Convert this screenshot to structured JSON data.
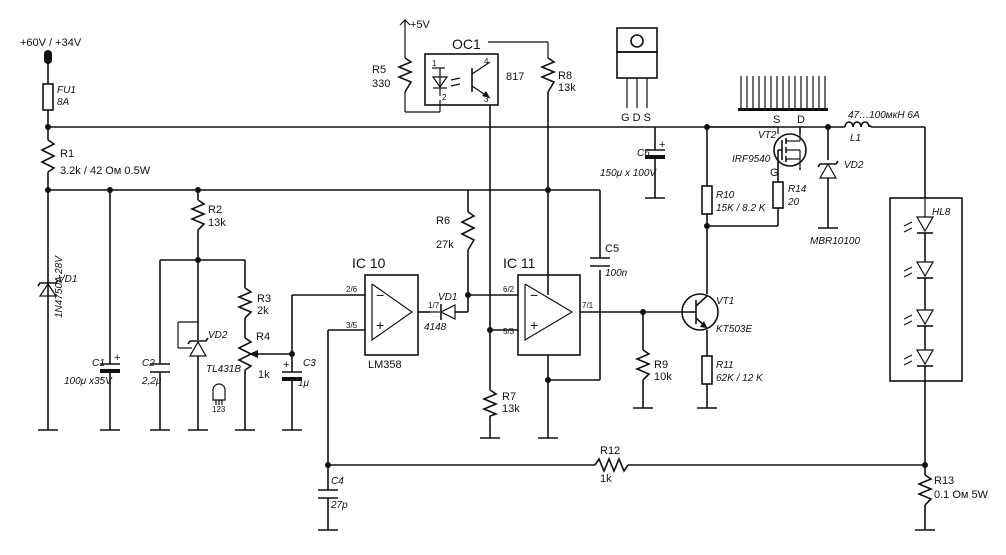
{
  "supply": {
    "label": "+60V / +34V",
    "vcc5": "+5V"
  },
  "components": {
    "fu1": {
      "ref": "FU1",
      "value": "8A"
    },
    "r1": {
      "ref": "R1",
      "value": "3.2k / 42 Ом 0.5W"
    },
    "vd1_zener": {
      "ref": "VD1",
      "value": "1N4750A 28V"
    },
    "c1": {
      "ref": "C1",
      "value": "100μ x35V"
    },
    "c2": {
      "ref": "C2",
      "value": "2,2μ"
    },
    "vd2_ref": {
      "ref": "VD2",
      "value": "TL431B"
    },
    "r2": {
      "ref": "R2",
      "value": "13k"
    },
    "r3": {
      "ref": "R3",
      "value": "2k"
    },
    "r4": {
      "ref": "R4",
      "value": "1k"
    },
    "c3": {
      "ref": "C3",
      "value": "1μ"
    },
    "ic10": {
      "ref": "IC 10",
      "value": "LM358",
      "pin_inv": "2/6",
      "pin_non": "3/5",
      "pin_out": "1/7"
    },
    "vd1_diode": {
      "ref": "VD1",
      "value": "4148"
    },
    "r5": {
      "ref": "R5",
      "value": "330"
    },
    "oc1": {
      "ref": "OC1",
      "value": "817",
      "p1": "1",
      "p2": "2",
      "p3": "3",
      "p4": "4"
    },
    "r6": {
      "ref": "R6",
      "value": "27k"
    },
    "r7": {
      "ref": "R7",
      "value": "13k"
    },
    "r8": {
      "ref": "R8",
      "value": "13k"
    },
    "ic11": {
      "ref": "IC 11",
      "pin_inv": "6/2",
      "pin_non": "5/3",
      "pin_out": "7/1"
    },
    "c5": {
      "ref": "C5",
      "value": "100n"
    },
    "c4": {
      "ref": "C4",
      "value": "27p"
    },
    "r12": {
      "ref": "R12",
      "value": "1k"
    },
    "r9": {
      "ref": "R9",
      "value": "10k"
    },
    "vt1": {
      "ref": "VT1",
      "value": "KT503E"
    },
    "r10": {
      "ref": "R10",
      "value": "15K / 8.2 K"
    },
    "r11": {
      "ref": "R11",
      "value": "62K / 12 K"
    },
    "c6": {
      "ref": "C6",
      "value": "150μ x 100V"
    },
    "r14": {
      "ref": "R14",
      "value": "20"
    },
    "vt2": {
      "ref": "VT2",
      "value": "IRF9540",
      "pin_s": "S",
      "pin_d": "D",
      "pin_g": "G"
    },
    "vd2_schottky": {
      "ref": "VD2",
      "value": "MBR10100"
    },
    "l1": {
      "ref": "L1",
      "value": "47…100мкН 6А"
    },
    "hl8": {
      "ref": "HL8"
    },
    "r13": {
      "ref": "R13",
      "value": "0.1 Ом 5W"
    }
  },
  "package": {
    "pins": "G D S"
  },
  "pinout_small": {
    "pins": "123"
  },
  "signs": {
    "plus": "+",
    "minus": "−"
  }
}
